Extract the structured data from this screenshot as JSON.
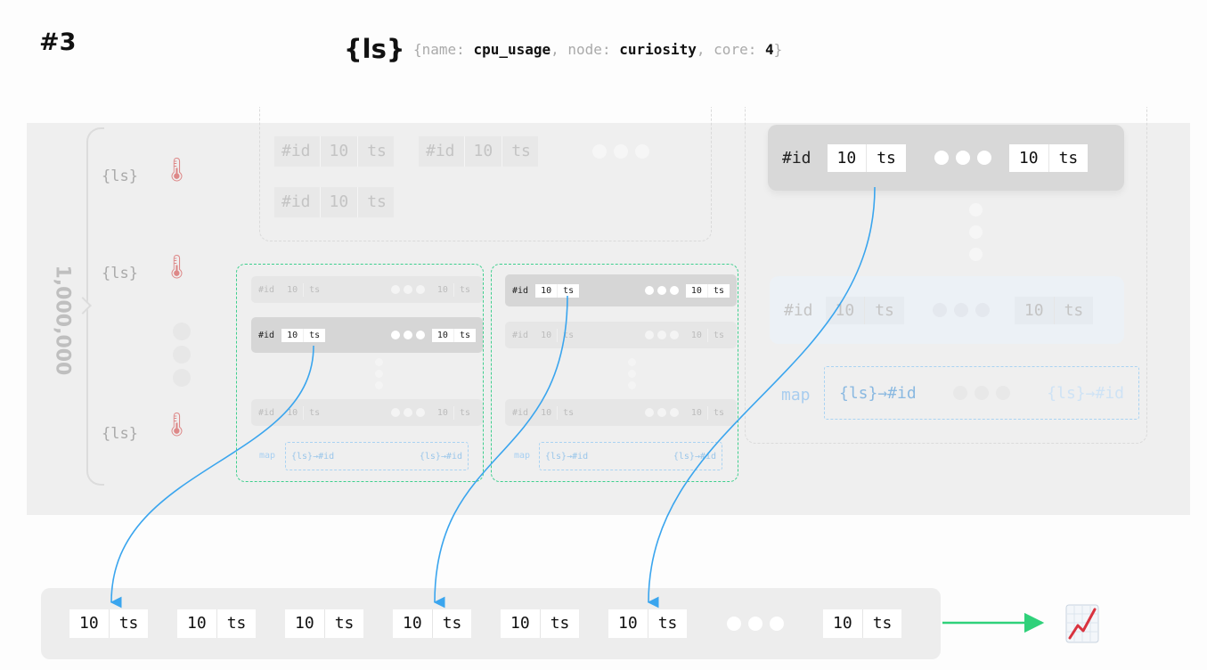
{
  "header": {
    "slide_number": "#3",
    "ls_title": "{ls}",
    "label_open": "{name: ",
    "name_value": "cpu_usage",
    "sep1": ", node: ",
    "node_value": "curiosity",
    "sep2": ", core: ",
    "core_value": "4",
    "label_close": "}"
  },
  "series_count": "1,000,000",
  "label_set": "{ls}",
  "id_label": "#id",
  "value": "10",
  "ts_label": "ts",
  "map_label": "map",
  "map_entry": "{ls}→#id",
  "colors": {
    "arrow": "#3aa5ee",
    "shard_border": "#3ecf8e",
    "output_arrow": "#2fd17a"
  },
  "icons": {
    "sensor": "thermometer-icon",
    "output": "chart-increasing-icon"
  }
}
